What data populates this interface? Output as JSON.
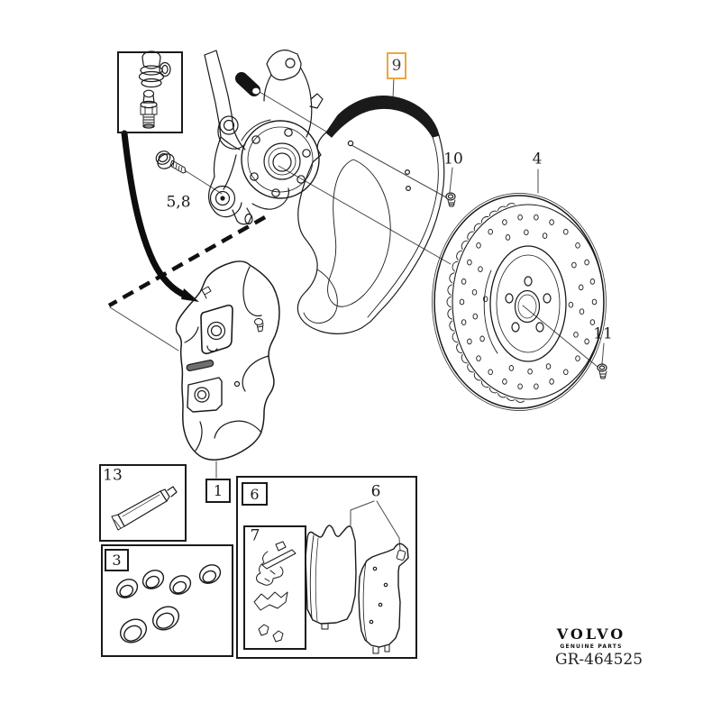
{
  "diagram": {
    "doc_number": "GR-464525",
    "brand": {
      "name": "VOLVO",
      "tagline": "GENUINE PARTS"
    },
    "highlight_color": "#ECA640",
    "line_color": "#1a1a1a",
    "callouts": {
      "caliper": "1",
      "seal_kit": "3",
      "brake_disc": "4",
      "guide_bolts": "5,8",
      "pad_kit_box": "6",
      "pad_pair": "6",
      "fitting_kit": "7",
      "splash_shield": "9",
      "shield_screw": "10",
      "disc_screw": "11",
      "grease_tube": "13"
    }
  }
}
